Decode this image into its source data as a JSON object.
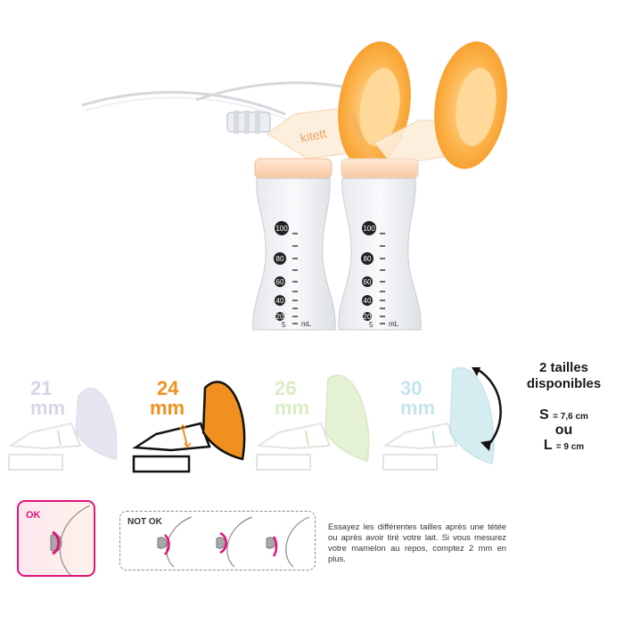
{
  "product": {
    "brand_mark": "kitett",
    "bottle_marks": [
      "100",
      "80",
      "60",
      "40",
      "20",
      "5"
    ],
    "unit": "mL"
  },
  "sizes": [
    {
      "value": "21",
      "unit": "mm",
      "color": "#d6d4ea",
      "active": false
    },
    {
      "value": "24",
      "unit": "mm",
      "color": "#f0901f",
      "active": true
    },
    {
      "value": "26",
      "unit": "mm",
      "color": "#d9ecc3",
      "active": false
    },
    {
      "value": "30",
      "unit": "mm",
      "color": "#c4e4ec",
      "active": false
    }
  ],
  "sizes_info": {
    "title_line1": "2 tailles",
    "title_line2": "disponibles",
    "s_label": "S",
    "s_value": "= 7,6 cm",
    "or": "ou",
    "l_label": "L",
    "l_value": "= 9 cm"
  },
  "fit": {
    "ok_label": "OK",
    "notok_label": "NOT OK",
    "accent": "#e2127a"
  },
  "note": "Essayez les différentes tailles après une tétée ou après avoir tiré votre lait. Si vous mesurez votre mamelon au repos, comptez 2 mm en plus."
}
